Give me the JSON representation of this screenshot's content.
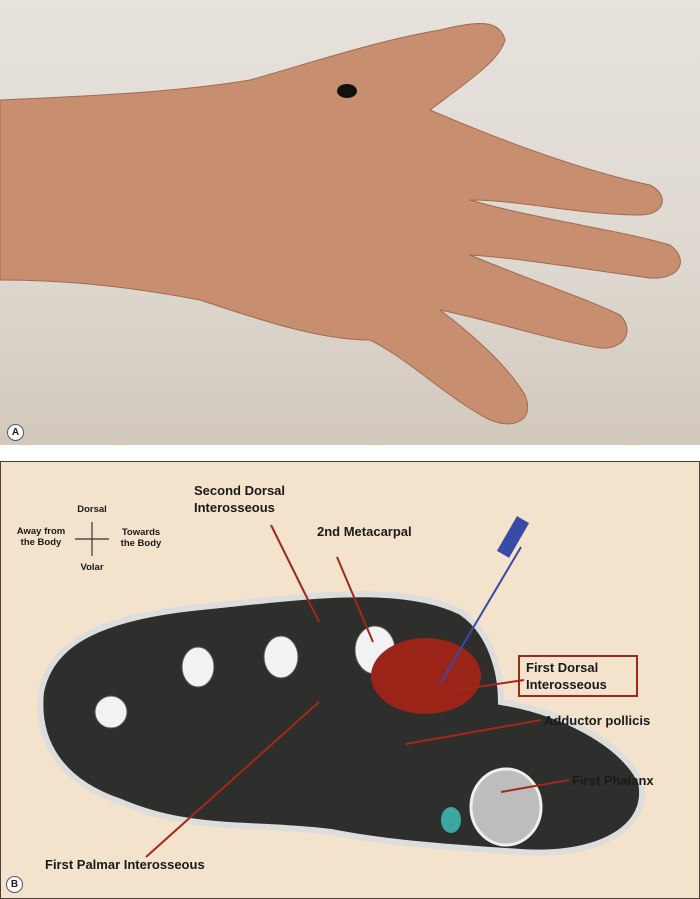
{
  "panels": {
    "a_label": "A",
    "b_label": "B"
  },
  "orientation": {
    "dorsal": "Dorsal",
    "volar": "Volar",
    "away": "Away from the Body",
    "towards": "Towards the Body",
    "away_l1": "Away from",
    "away_l2": "the Body",
    "towards_l1": "Towards",
    "towards_l2": "the Body"
  },
  "labels": {
    "second_dorsal_l1": "Second Dorsal",
    "second_dorsal_l2": "Interosseous",
    "metacarpal": "2nd Metacarpal",
    "first_dorsal_l1": "First Dorsal",
    "first_dorsal_l2": "Interosseous",
    "adductor": "Adductor pollicis",
    "phalanx": "First Phalanx",
    "first_palmar": "First Palmar Interosseous"
  },
  "colors": {
    "highlight": "#9b2418",
    "leader": "#a0281c",
    "needle": "#3a4aa8"
  }
}
